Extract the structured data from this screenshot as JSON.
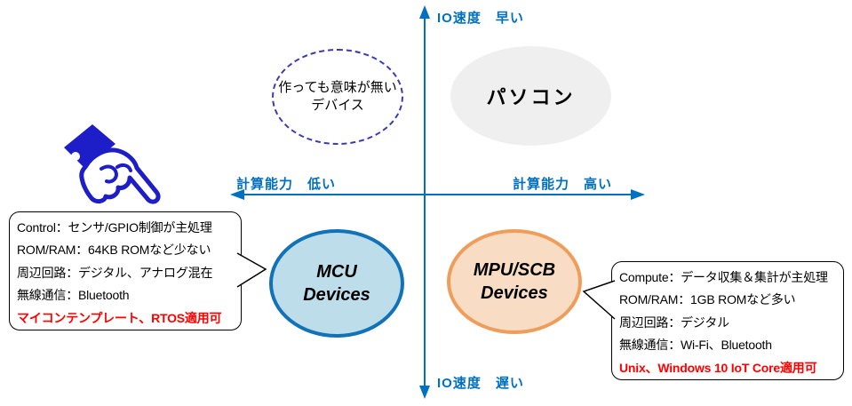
{
  "diagram_title": "MCU vs MPU/SCB device quadrant map",
  "colors": {
    "axis_blue": "#0070C0",
    "mcu_fill": "#BDDDEA",
    "mcu_border": "#1272B8",
    "mpu_fill": "#F8DCC4",
    "mpu_border": "#EF9D5A",
    "pc_fill": "#EFEFEF",
    "dashed_ellipse_border": "#3B3BB0",
    "highlight_red": "#FF0000",
    "hand_blue": "#1E1EC8"
  },
  "icons": {
    "hand": "pointing-hand-down-right"
  },
  "axes": {
    "top_label": "IO速度　早い",
    "bottom_label": "IO速度　遅い",
    "left_label": "計算能力　低い",
    "right_label": "計算能力　高い"
  },
  "ellipses": {
    "useless": {
      "line1": "作っても意味が無い",
      "line2": "デバイス"
    },
    "pc": {
      "label": "パソコン"
    },
    "mcu": {
      "line1": "MCU",
      "line2": "Devices"
    },
    "mpu": {
      "line1": "MPU/SCB",
      "line2": "Devices"
    }
  },
  "left_callout": {
    "lines": [
      "Control：センサ/GPIO制御が主処理",
      "ROM/RAM：64KB ROMなど少ない",
      "周辺回路：デジタル、アナログ混在",
      "無線通信：Bluetooth"
    ],
    "highlight": "マイコンテンプレート、RTOS適用可"
  },
  "right_callout": {
    "lines": [
      "Compute：データ収集＆集計が主処理",
      "ROM/RAM：1GB ROMなど多い",
      "周辺回路：デジタル",
      "無線通信：Wi-Fi、Bluetooth"
    ],
    "highlight": "Unix、Windows 10 IoT Core適用可"
  }
}
